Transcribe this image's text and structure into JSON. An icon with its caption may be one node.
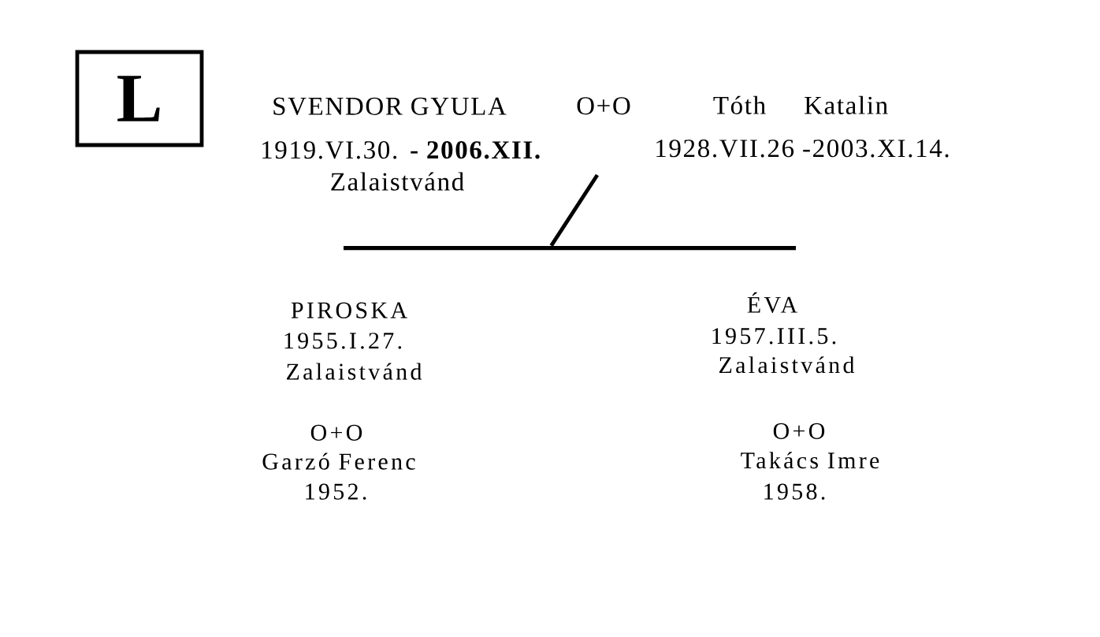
{
  "diagram": {
    "nodes": [
      {
        "text": [
          "L"
        ]
      },
      {
        "text": [],
        "shape": "bar"
      }
    ],
    "edges": [
      {
        "from": null,
        "to": 1,
        "arrow": "none"
      }
    ],
    "labels": [
      "SVENDOR GYULA",
      "O+O",
      "Tóth Katalin",
      "1919.VI.30. **- 2006.XII.**",
      "1928.VII.26 -2003.XI.14.",
      "Zalaistvánd",
      "PIROSKA",
      "ÉVA",
      "1955.I.27.",
      "1957.III.5.",
      "Zalaistvánd",
      "Zalaistvánd",
      "O+O",
      "O+O",
      "Garzó Ferenc",
      "Takács Imre",
      "1952.",
      "1958."
    ]
  }
}
